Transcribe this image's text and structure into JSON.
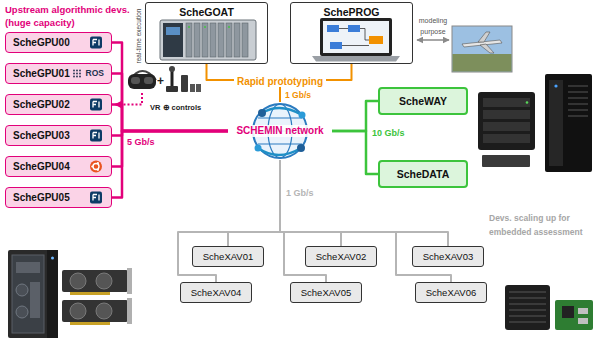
{
  "diagram": {
    "nodes": [
      {
        "text": [
          "ScheGOAT"
        ]
      },
      {
        "text": [
          "SchePROG"
        ]
      },
      {
        "text": [
          "ScheGPU00"
        ]
      },
      {
        "text": [
          "ScheGPU01",
          "ROS"
        ]
      },
      {
        "text": [
          "ScheGPU02"
        ]
      },
      {
        "text": [
          "ScheGPU03"
        ]
      },
      {
        "text": [
          "ScheGPU04"
        ]
      },
      {
        "text": [
          "ScheGPU05"
        ]
      },
      {
        "text": [
          "SCHEMIN network"
        ]
      },
      {
        "text": [
          "ScheWAY"
        ]
      },
      {
        "text": [
          "ScheDATA"
        ]
      },
      {
        "text": [
          "ScheXAV01"
        ]
      },
      {
        "text": [
          "ScheXAV02"
        ]
      },
      {
        "text": [
          "ScheXAV03"
        ]
      },
      {
        "text": [
          "ScheXAV04"
        ]
      },
      {
        "text": [
          "ScheXAV05"
        ]
      },
      {
        "text": [
          "ScheXAV06"
        ]
      }
    ],
    "edges": [
      {
        "from": 0,
        "to": 8,
        "arrow": "none"
      },
      {
        "from": 1,
        "to": 8,
        "arrow": "none"
      },
      {
        "from": 2,
        "to": 8,
        "arrow": "none"
      },
      {
        "from": 3,
        "to": 8,
        "arrow": "none"
      },
      {
        "from": 4,
        "to": 8,
        "arrow": "none"
      },
      {
        "from": 5,
        "to": 8,
        "arrow": "none"
      },
      {
        "from": 6,
        "to": 8,
        "arrow": "none"
      },
      {
        "from": 7,
        "to": 8,
        "arrow": "none"
      },
      {
        "from": 8,
        "to": 9,
        "arrow": "none"
      },
      {
        "from": 8,
        "to": 10,
        "arrow": "none"
      },
      {
        "from": 8,
        "to": 11,
        "arrow": "none"
      },
      {
        "from": 8,
        "to": 12,
        "arrow": "none"
      },
      {
        "from": 8,
        "to": 13,
        "arrow": "none"
      },
      {
        "from": 8,
        "to": 14,
        "arrow": "none"
      },
      {
        "from": 8,
        "to": 15,
        "arrow": "none"
      },
      {
        "from": 8,
        "to": 16,
        "arrow": "none"
      }
    ],
    "labels": [
      "Upstream algorithmic devs. (huge capacity)",
      "real-time execution",
      "modeling purpose",
      "Rapid prototyping",
      "1 Gb/s",
      "+",
      "VR ⊕ controls",
      "5 Gb/s",
      "10 Gb/s",
      "1 Gb/s",
      "Devs. scaling up for embedded assessment"
    ]
  }
}
